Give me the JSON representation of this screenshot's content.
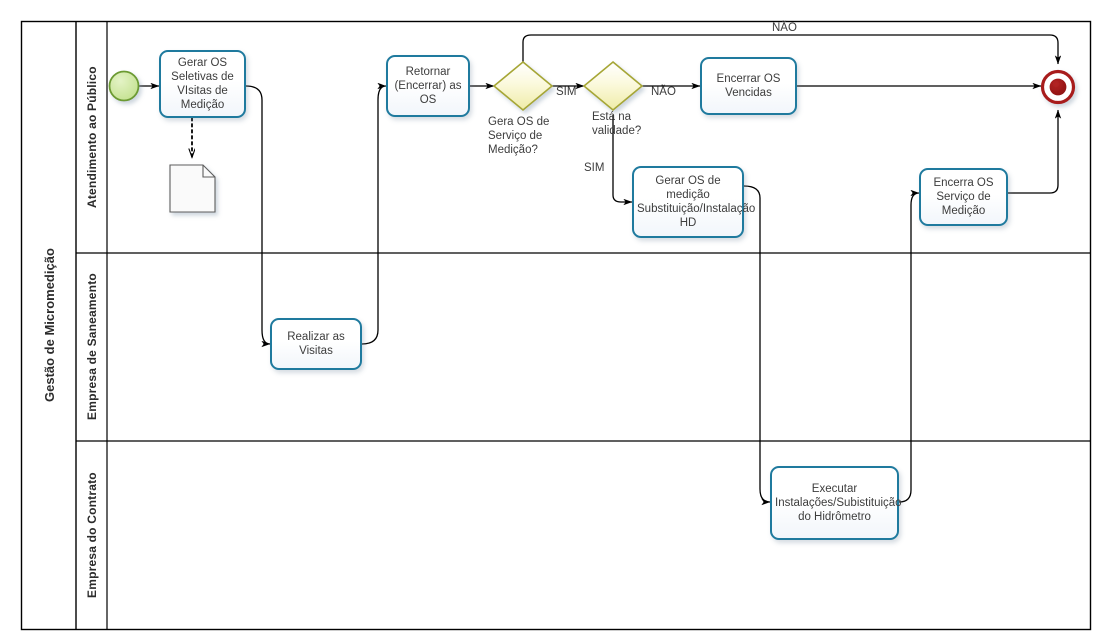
{
  "diagram": {
    "type": "bpmn-process-diagram",
    "pool": {
      "label": "Gestão de Micromedição"
    },
    "lanes": [
      {
        "id": "lane-atendimento",
        "label": "Atendimento ao Público"
      },
      {
        "id": "lane-saneamento",
        "label": "Empresa de Saneamento"
      },
      {
        "id": "lane-contrato",
        "label": "Empresa do Contrato"
      }
    ],
    "events": [
      {
        "id": "start-event",
        "kind": "start",
        "label": "",
        "color": "#c3e394"
      },
      {
        "id": "end-event",
        "kind": "end",
        "label": "",
        "color": "#a81a1a"
      }
    ],
    "tasks": [
      {
        "id": "task-gerar-os-seletivas",
        "label": "Gerar OS Seletivas  de VIsitas de Medição",
        "lane": "lane-atendimento"
      },
      {
        "id": "task-retornar-encerrar-os",
        "label": "Retornar (Encerrar) as OS",
        "lane": "lane-atendimento"
      },
      {
        "id": "task-encerrar-os-vencidas",
        "label": "Encerrar OS Vencidas",
        "lane": "lane-atendimento"
      },
      {
        "id": "task-gerar-os-medicao-substituicao",
        "label": "Gerar OS  de medição Substituição/Instalação HD",
        "lane": "lane-atendimento"
      },
      {
        "id": "task-encerra-os-servico-medicao",
        "label": "Encerra OS Serviço de Medição",
        "lane": "lane-atendimento"
      },
      {
        "id": "task-realizar-visitas",
        "label": "Realizar as Visitas",
        "lane": "lane-saneamento"
      },
      {
        "id": "task-executar-instalacoes",
        "label": "Executar Instalações/Subistituição do Hidrômetro",
        "lane": "lane-contrato"
      }
    ],
    "gateways": [
      {
        "id": "gateway-gera-os-servico",
        "label": "Gera OS de Serviço de Medição?",
        "color": "#f4f2c0"
      },
      {
        "id": "gateway-esta-na-validade",
        "label": "Está na validade?",
        "color": "#f4f2c0"
      }
    ],
    "data_objects": [
      {
        "id": "data-object-1",
        "label": ""
      }
    ],
    "flow_labels": {
      "nao_top": "NÃO",
      "sim_gera_os": "SIM",
      "sim_validade": "SIM",
      "nao_validade": "NÃO"
    },
    "colors": {
      "task_border": "#1f7a9e",
      "gateway_border": "#a6a634",
      "gateway_fill": "#f4f2c0",
      "start_fill": "#c3e394",
      "start_border": "#6c9a33",
      "end_border": "#a81a1a",
      "end_fill": "#a81a1a",
      "flow": "#000000",
      "pool_border": "#000000"
    }
  }
}
